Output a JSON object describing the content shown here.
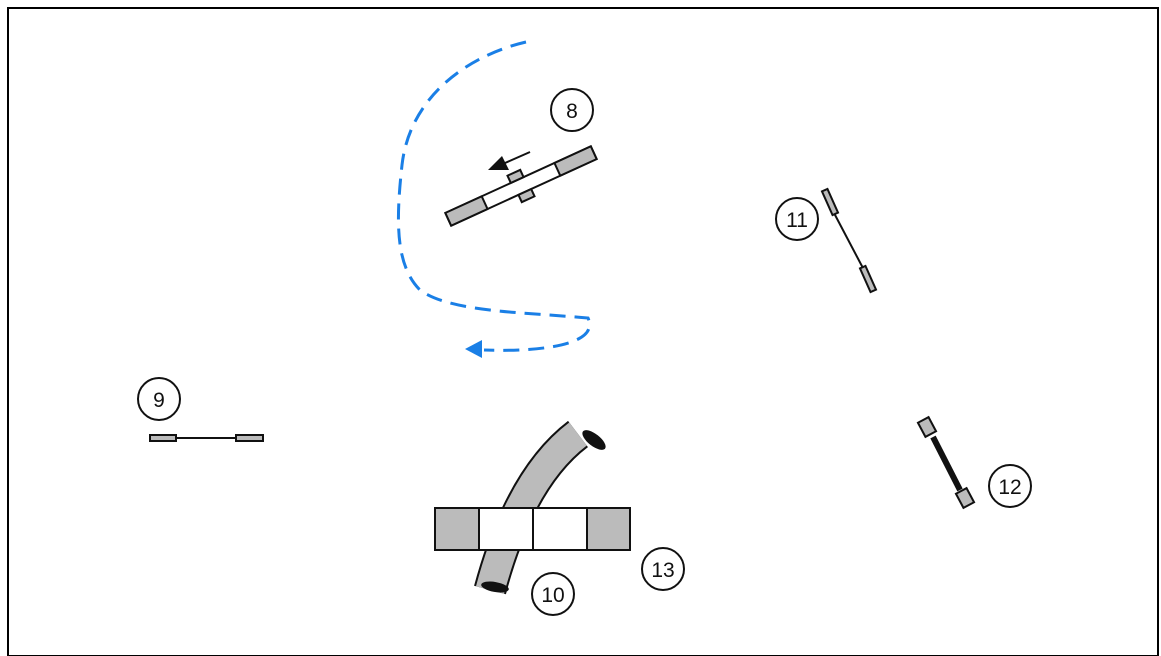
{
  "colors": {
    "path": "#1a7fe6",
    "obstacle_fill": "#bbbbbb",
    "outline": "#111111",
    "background": "#ffffff"
  },
  "labels": {
    "l8": "8",
    "l9": "9",
    "l10": "10",
    "l11": "11",
    "l12": "12",
    "l13": "13"
  }
}
